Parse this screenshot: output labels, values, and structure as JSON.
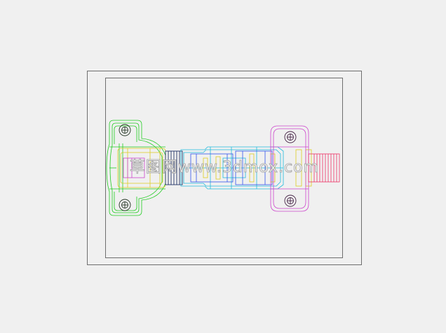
{
  "watermark": {
    "text": "草图网www.3dmox.com"
  },
  "colors": {
    "background": "#f0f0f0",
    "frame": "#6e6e6e",
    "green": "#22cc22",
    "cyan": "#22bbdd",
    "blue": "#3355ee",
    "yellow": "#ddcc22",
    "magenta": "#cc44cc",
    "red": "#ee3366",
    "darkblue": "#223366"
  },
  "parts": [
    {
      "name": "mounting-plate-left",
      "color": "green"
    },
    {
      "name": "hinge-cup",
      "color": "yellow"
    },
    {
      "name": "hinge-arm",
      "color": "cyan"
    },
    {
      "name": "arm-slider",
      "color": "blue"
    },
    {
      "name": "mounting-plate-right",
      "color": "magenta"
    },
    {
      "name": "spring-coil",
      "color": "red"
    }
  ]
}
